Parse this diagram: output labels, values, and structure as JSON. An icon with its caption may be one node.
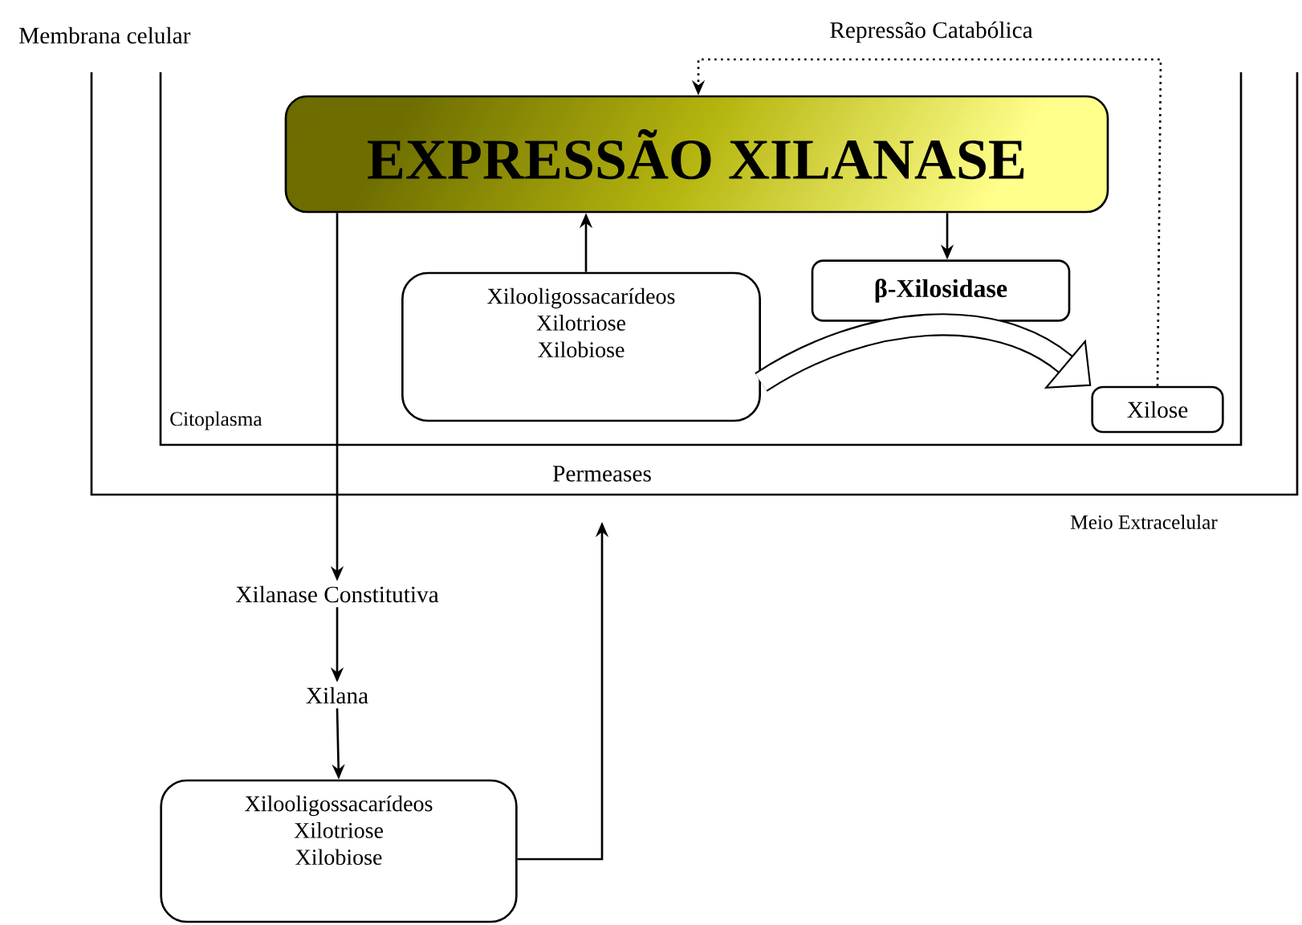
{
  "diagram": {
    "nodes": [
      {
        "text": [
          "EXPRESSÃO XILANASE"
        ]
      },
      {
        "text": [
          "Xilooligossacarídeos",
          "Xilotriose",
          "Xilobiose"
        ]
      },
      {
        "text": [
          "β-Xilosidase"
        ]
      },
      {
        "text": [
          "Xilose"
        ]
      },
      {
        "text": [
          "Xilanase Constitutiva"
        ]
      },
      {
        "text": [
          "Xilana"
        ]
      },
      {
        "text": [
          "Xilooligossacarídeos",
          "Xilotriose",
          "Xilobiose"
        ]
      }
    ],
    "edges": [
      {
        "from": 1,
        "to": 0,
        "arrow": "to"
      },
      {
        "from": 0,
        "to": 2,
        "arrow": "to"
      },
      {
        "from": 1,
        "to": 3,
        "arrow": "to",
        "style": "thick"
      },
      {
        "from": 3,
        "to": 0,
        "arrow": "to",
        "style": "dashed",
        "label": "Repressão Catabólica"
      },
      {
        "from": 0,
        "to": 4,
        "arrow": "to"
      },
      {
        "from": 4,
        "to": 5,
        "arrow": "to"
      },
      {
        "from": 5,
        "to": 6,
        "arrow": "to"
      },
      {
        "from": 6,
        "to": null,
        "arrow": "to"
      }
    ],
    "labels": [
      "Membrana celular",
      "Citoplasma",
      "Permeases",
      "Meio Extracelular"
    ]
  }
}
